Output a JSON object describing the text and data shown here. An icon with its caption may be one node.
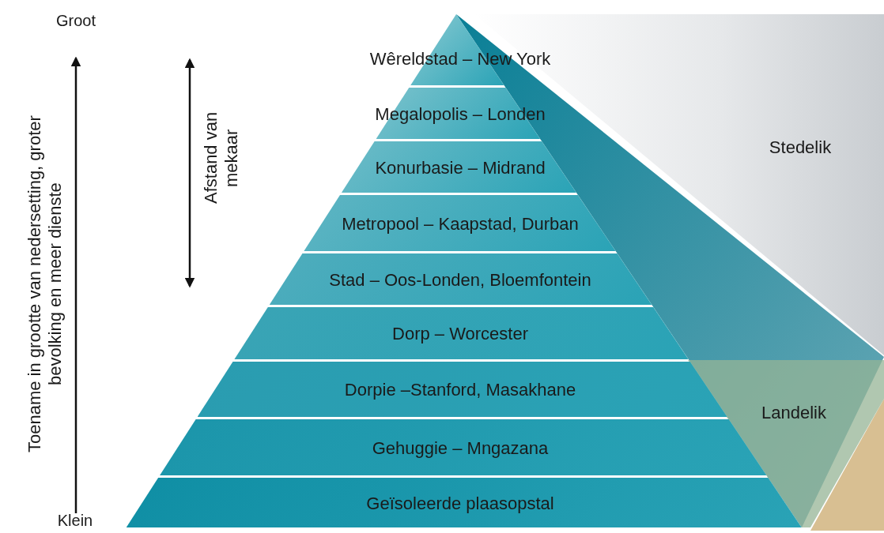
{
  "diagram": {
    "nodes": [
      {
        "text": [
          "Wêreldstad – New York"
        ]
      },
      {
        "text": [
          "Megalopolis – Londen"
        ]
      },
      {
        "text": [
          "Konurbasie – Midrand"
        ]
      },
      {
        "text": [
          "Metropool – Kaapstad, Durban"
        ]
      },
      {
        "text": [
          "Stad – Oos-Londen, Bloemfontein"
        ]
      },
      {
        "text": [
          "Dorp – Worcester"
        ]
      },
      {
        "text": [
          "Dorpie –Stanford, Masakhane"
        ]
      },
      {
        "text": [
          "Gehuggie – Mngazana"
        ]
      },
      {
        "text": [
          "Geïsoleerde plaasopstal"
        ]
      },
      {
        "text": [
          "Stedelik"
        ]
      },
      {
        "text": [
          "Landelik"
        ]
      }
    ],
    "edges": [],
    "labels": [
      "Groot",
      "Toename in grootte van nedersetting, groter bevolking en meer dienste",
      "Afstand van mekaar",
      "Klein"
    ]
  }
}
